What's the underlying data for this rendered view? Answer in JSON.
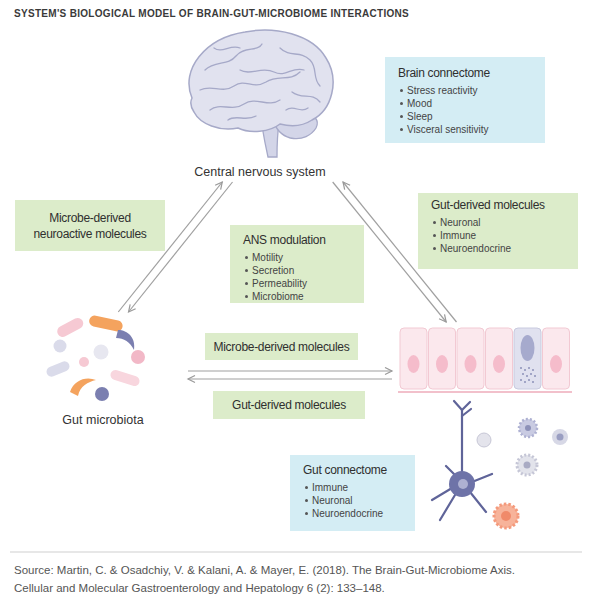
{
  "diagram": {
    "title": "SYSTEM'S BIOLOGICAL MODEL OF BRAIN-GUT-MICROBIOME INTERACTIONS",
    "caption": "Source: Martin, C. & Osadchiy, V. & Kalani, A. & Mayer, E. (2018). The Brain-Gut-Microbiome Axis. Cellular and Molecular Gastroenterology and Hepatology 6 (2): 133–148.",
    "nodes": [
      {
        "text": [
          "Central nervous system"
        ]
      },
      {
        "text": [
          "Brain connectome",
          "Stress reactivity",
          "Mood",
          "Sleep",
          "Visceral sensitivity"
        ]
      },
      {
        "text": [
          "Microbe-derived neuroactive molecules"
        ]
      },
      {
        "text": [
          "Gut-derived molecules",
          "Neuronal",
          "Immune",
          "Neuroendocrine"
        ]
      },
      {
        "text": [
          "ANS modulation",
          "Motility",
          "Secretion",
          "Permeability",
          "Microbiome"
        ]
      },
      {
        "text": [
          "Gut microbiota"
        ]
      },
      {
        "text": [
          "Microbe-derived molecules"
        ]
      },
      {
        "text": [
          "Gut-derived molecules"
        ]
      },
      {
        "text": [
          "Gut connectome",
          "Immune",
          "Neuronal",
          "Neuroendocrine"
        ]
      }
    ],
    "edges": [
      {
        "from": 5,
        "to": 0,
        "arrow": "to"
      },
      {
        "from": 0,
        "to": 5,
        "arrow": "to"
      },
      {
        "from": 8,
        "to": 0,
        "arrow": "to"
      },
      {
        "from": 0,
        "to": 8,
        "arrow": "to"
      },
      {
        "from": 5,
        "to": 8,
        "arrow": "to"
      },
      {
        "from": 8,
        "to": 5,
        "arrow": "to"
      }
    ]
  }
}
